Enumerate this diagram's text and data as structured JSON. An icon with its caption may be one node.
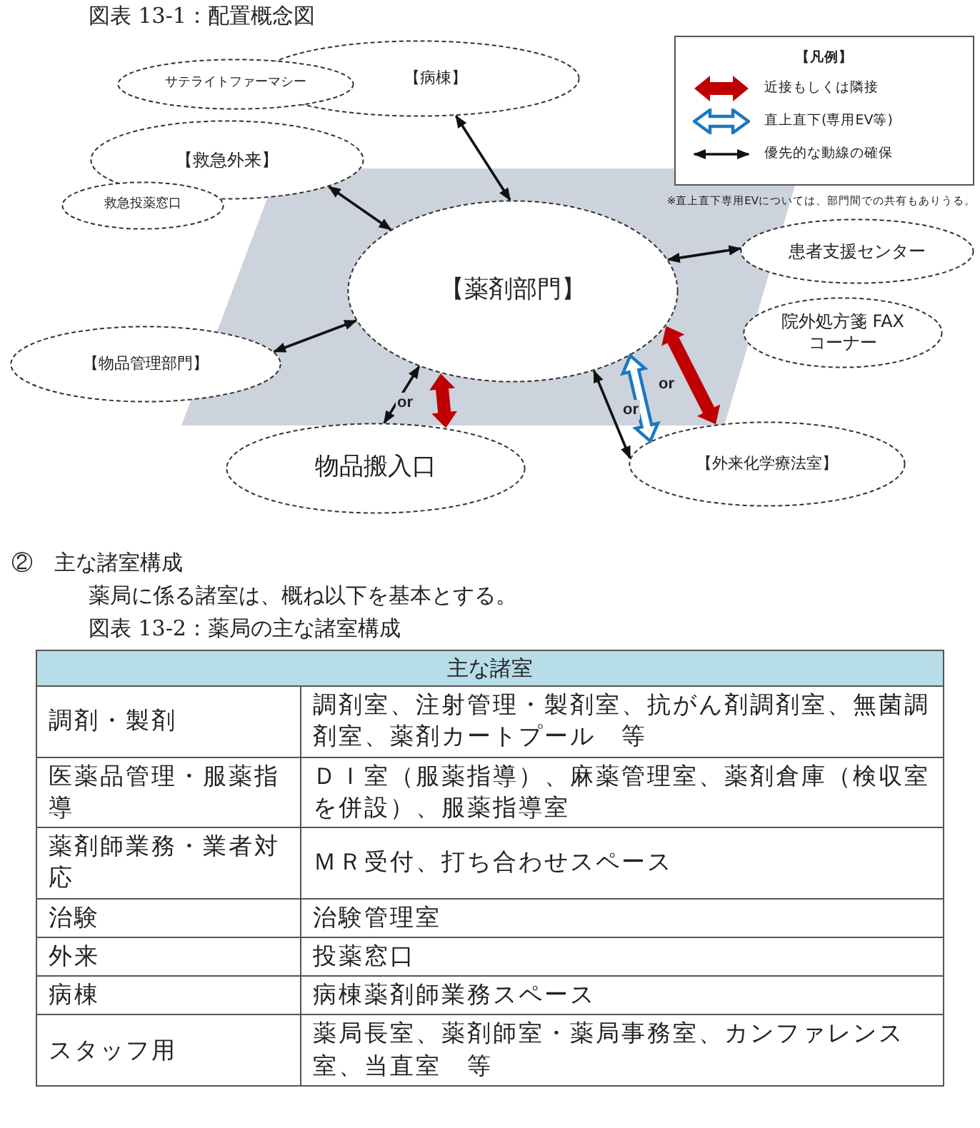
{
  "diagram": {
    "title": "図表 13-1：配置概念図",
    "nodes": [
      {
        "text": [
          "サテライトファーマシー"
        ]
      },
      {
        "text": [
          "【病棟】"
        ]
      },
      {
        "text": [
          "【救急外来】"
        ]
      },
      {
        "text": [
          "救急投薬窓口"
        ]
      },
      {
        "text": [
          "【薬剤部門】"
        ]
      },
      {
        "text": [
          "患者支援センター"
        ]
      },
      {
        "text": [
          "【物品管理部門】"
        ]
      },
      {
        "text": [
          "院外処方箋 FAXコーナー"
        ]
      },
      {
        "text": [
          "物品搬入口"
        ]
      },
      {
        "text": [
          "【外来化学療法室】"
        ]
      }
    ],
    "edges": [
      {
        "from": 1,
        "to": 4,
        "arrow": "both"
      },
      {
        "from": 2,
        "to": 4,
        "arrow": "both"
      },
      {
        "from": 4,
        "to": 5,
        "arrow": "both"
      },
      {
        "from": 6,
        "to": 4,
        "arrow": "both"
      },
      {
        "from": 4,
        "to": 8,
        "arrow": "both",
        "label": "or"
      },
      {
        "from": 4,
        "to": 8,
        "arrow": "both",
        "style": "thick",
        "color": "#c00000"
      },
      {
        "from": 4,
        "to": 9,
        "arrow": "both",
        "label": "or"
      },
      {
        "from": 4,
        "to": 9,
        "arrow": "both",
        "style": "thick",
        "color": "#1a78c2",
        "label": "or"
      },
      {
        "from": 4,
        "to": 9,
        "arrow": "both",
        "style": "thick",
        "color": "#c00000"
      }
    ],
    "labels": [
      "【凡例】",
      "※直上直下専用EVについては、部門間での共有もありうる。",
      "②　主な諸室構成",
      "薬局に係る諸室は、概ね以下を基本とする。",
      "図表 13-2：薬局の主な諸室構成",
      "主な諸室",
      "調剤・製剤",
      "調剤室、注射管理・製剤室、抗がん剤調剤室、無菌調剤室、薬剤カートプール　等",
      "医薬品管理・服薬指導",
      "ＤＩ室（服薬指導）、麻薬管理室、薬剤倉庫（検収室を併設）、服薬指導室",
      "薬剤師業務・業者対応",
      "ＭＲ受付、打ち合わせスペース",
      "治験",
      "治験管理室",
      "外来",
      "投薬窓口",
      "病棟",
      "病棟薬剤師業務スペース",
      "スタッフ用",
      "薬局長室、薬剤師室・薬局事務室、カンファレンス室、当直室　等"
    ],
    "legend": [
      {
        "text": "近接もしくは隣接"
      },
      {
        "text": "直上直下(専用EV等)"
      },
      {
        "text": "優先的な動線の確保"
      }
    ]
  }
}
